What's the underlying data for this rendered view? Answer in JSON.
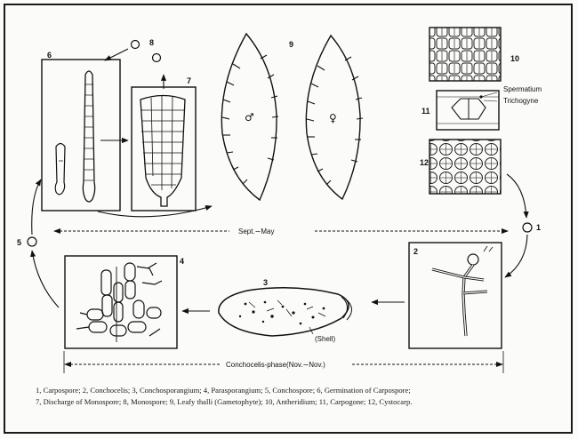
{
  "figure": {
    "numbers": {
      "n1": "1",
      "n2": "2",
      "n3": "3",
      "n4": "4",
      "n5": "5",
      "n6": "6",
      "n7": "7",
      "n8": "8",
      "n9": "9",
      "n10": "10",
      "n11": "11",
      "n12": "12"
    },
    "labels": {
      "spermatium": "Spermatium",
      "trichogyne": "Trichogyne",
      "shell": "(Shell)",
      "male_symbol": "♂",
      "female_symbol": "♀"
    },
    "phases": {
      "leafy": "Sept.∼May",
      "conchocelis": "Conchocelis-phase(Nov.∼Nov.)"
    },
    "legend": {
      "line1": "1, Carpospore; 2, Conchocelis; 3, Conchosporangium; 4, Parasporangium; 5, Conchospore; 6, Germination of Carpospore;",
      "line2": "7, Discharge of Monospore; 8, Monospore; 9, Leafy thalli (Gametophyte); 10, Antheridium; 11, Carpogone; 12, Cystocarp."
    }
  }
}
